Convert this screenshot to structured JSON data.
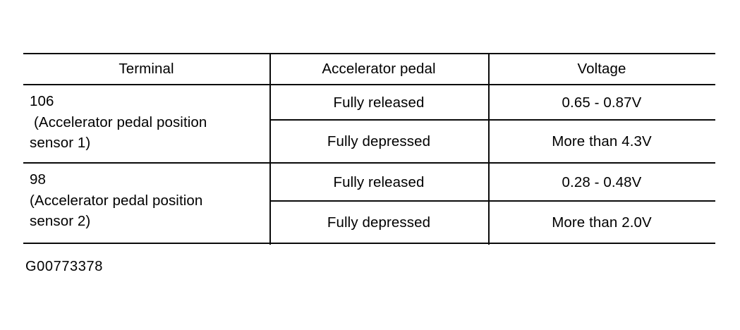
{
  "document": {
    "type": "service-manual-specification-table",
    "caption": "G00773378"
  },
  "table": {
    "columns": [
      {
        "key": "terminal",
        "header": "Terminal"
      },
      {
        "key": "accelerator_pedal",
        "header": "Accelerator pedal"
      },
      {
        "key": "voltage",
        "header": "Voltage"
      }
    ],
    "groups": [
      {
        "terminal_number": "106",
        "terminal_description_line1": "(Accelerator pedal position",
        "terminal_description_line2": "sensor 1)",
        "rows": [
          {
            "accelerator_pedal": "Fully released",
            "voltage": "0.65 - 0.87V"
          },
          {
            "accelerator_pedal": "Fully depressed",
            "voltage": "More than 4.3V"
          }
        ]
      },
      {
        "terminal_number": "98",
        "terminal_description_line1": "(Accelerator pedal position",
        "terminal_description_line2": "sensor 2)",
        "rows": [
          {
            "accelerator_pedal": "Fully released",
            "voltage": "0.28 - 0.48V"
          },
          {
            "accelerator_pedal": "Fully depressed",
            "voltage": "More than 2.0V"
          }
        ]
      }
    ]
  },
  "colors": {
    "page_background": "#ffffff",
    "ink": "#000000",
    "rule": "#0a0a0a"
  }
}
